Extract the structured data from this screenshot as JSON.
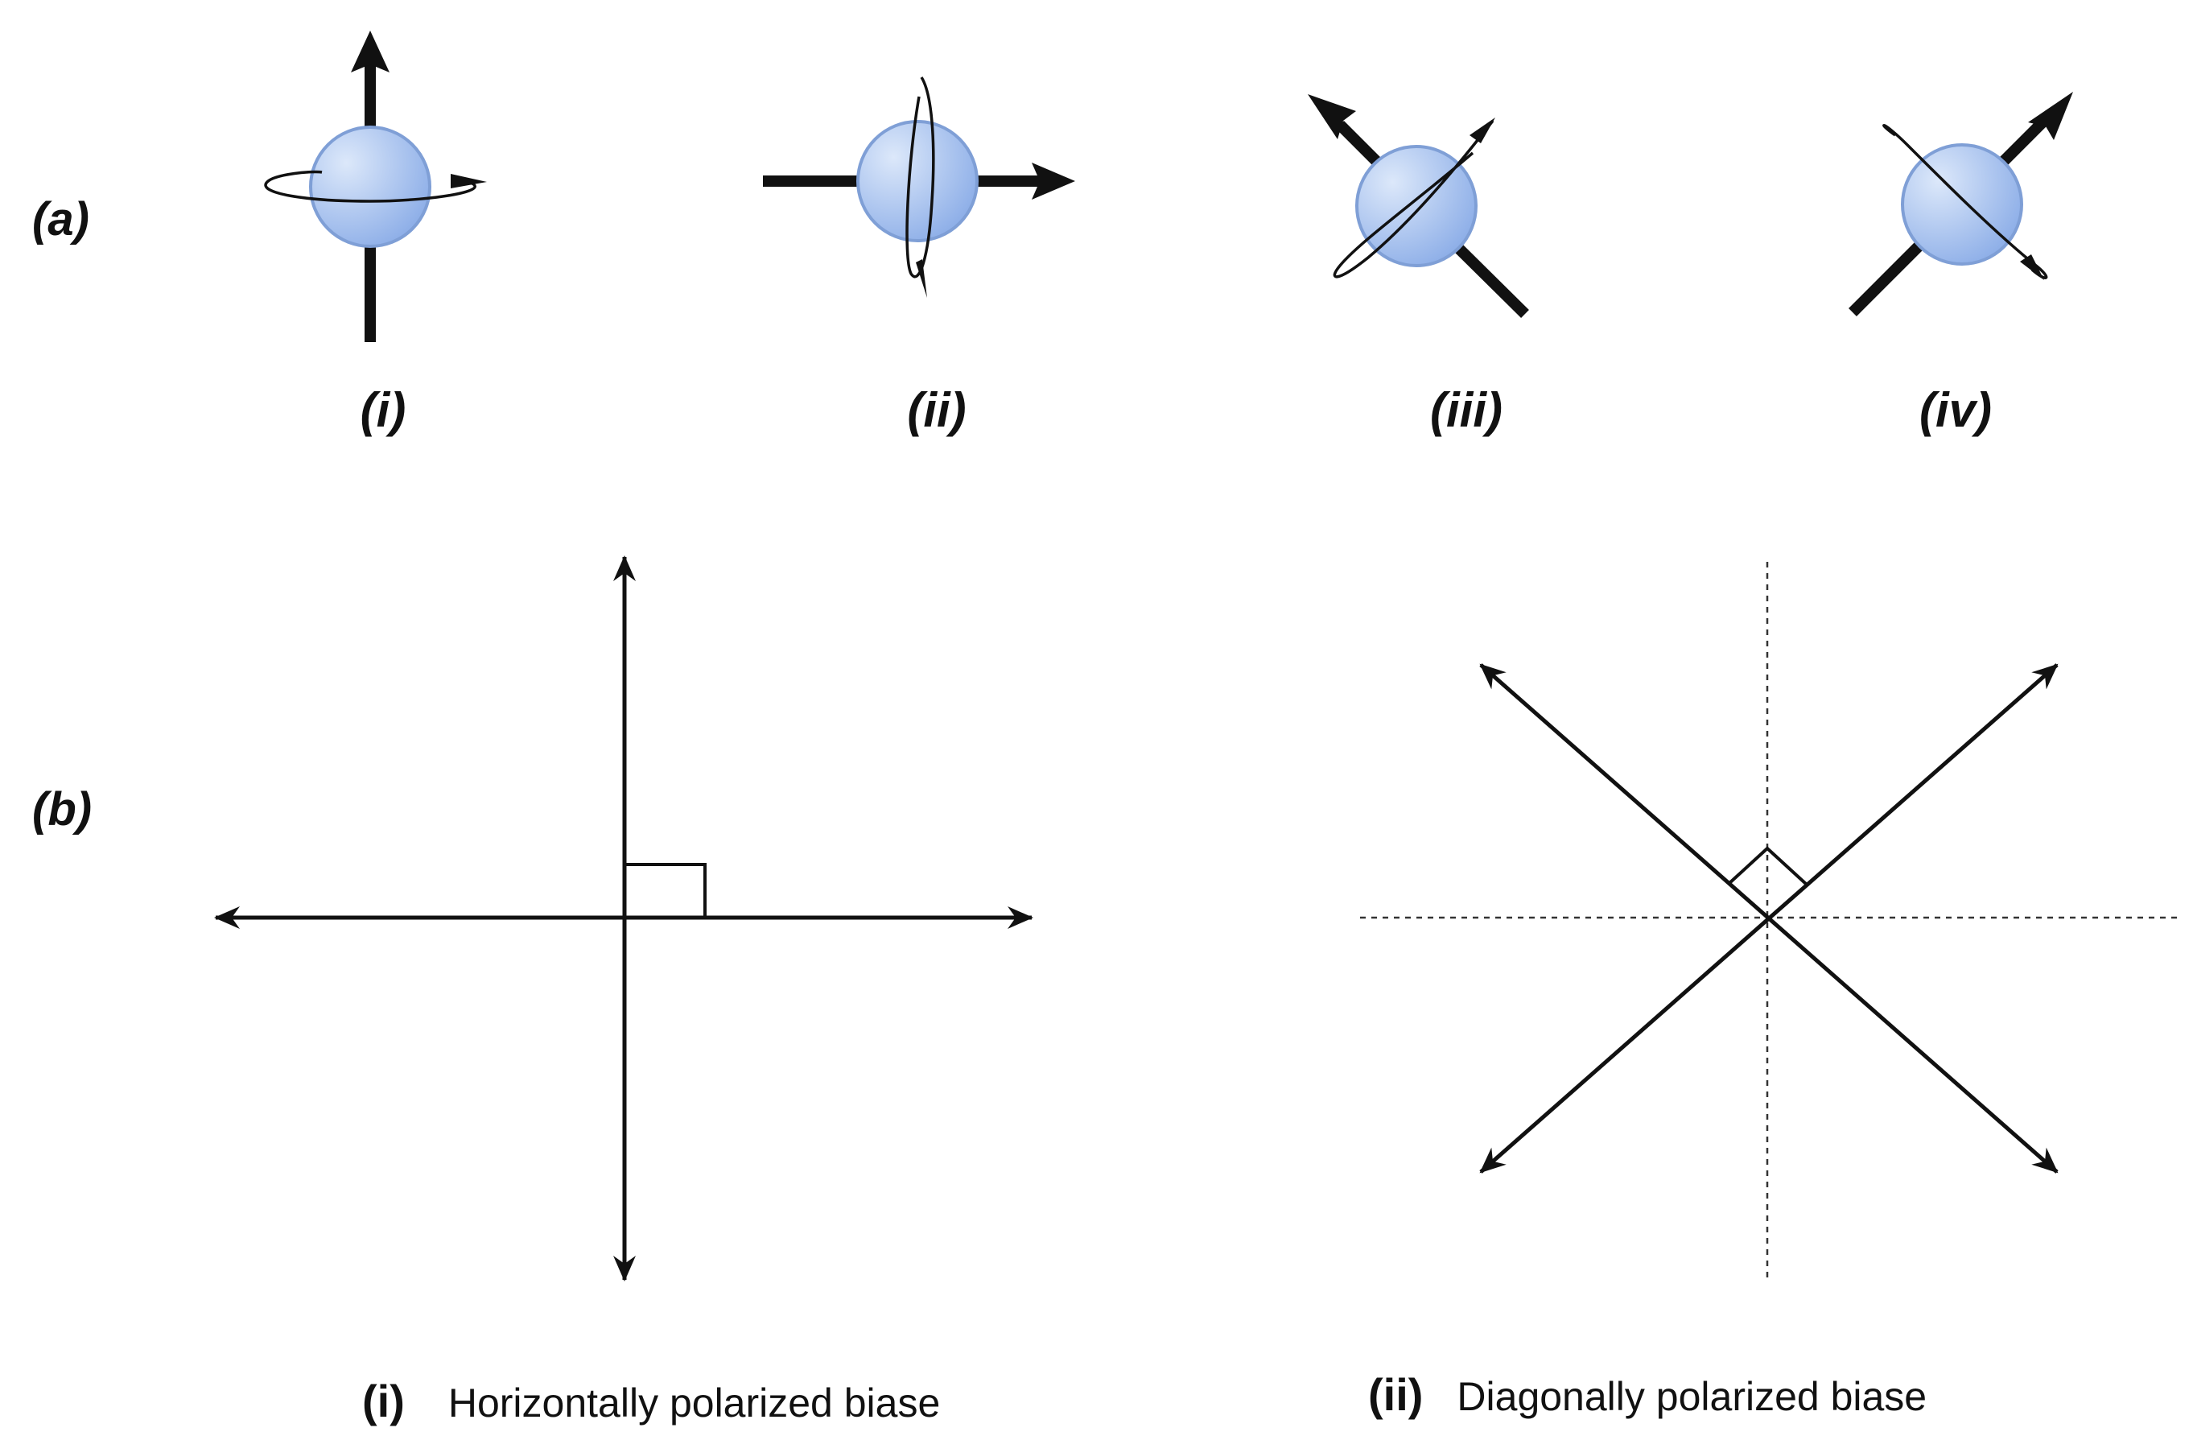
{
  "row_labels": {
    "a": "(a)",
    "b": "(b)"
  },
  "panel_a": {
    "labels": [
      "(i)",
      "(ii)",
      "(iii)",
      "(iv)"
    ],
    "sphere_fill_light": "#dce8fa",
    "sphere_fill_dark": "#86a9e6",
    "sphere_stroke": "#7f9fd6"
  },
  "panel_b": {
    "left": {
      "numeral": "(i)",
      "caption": "Horizontally polarized  biase"
    },
    "right": {
      "numeral": "(ii)",
      "caption": "Diagonally polarized  biase"
    }
  },
  "colors": {
    "ink": "#111111"
  }
}
